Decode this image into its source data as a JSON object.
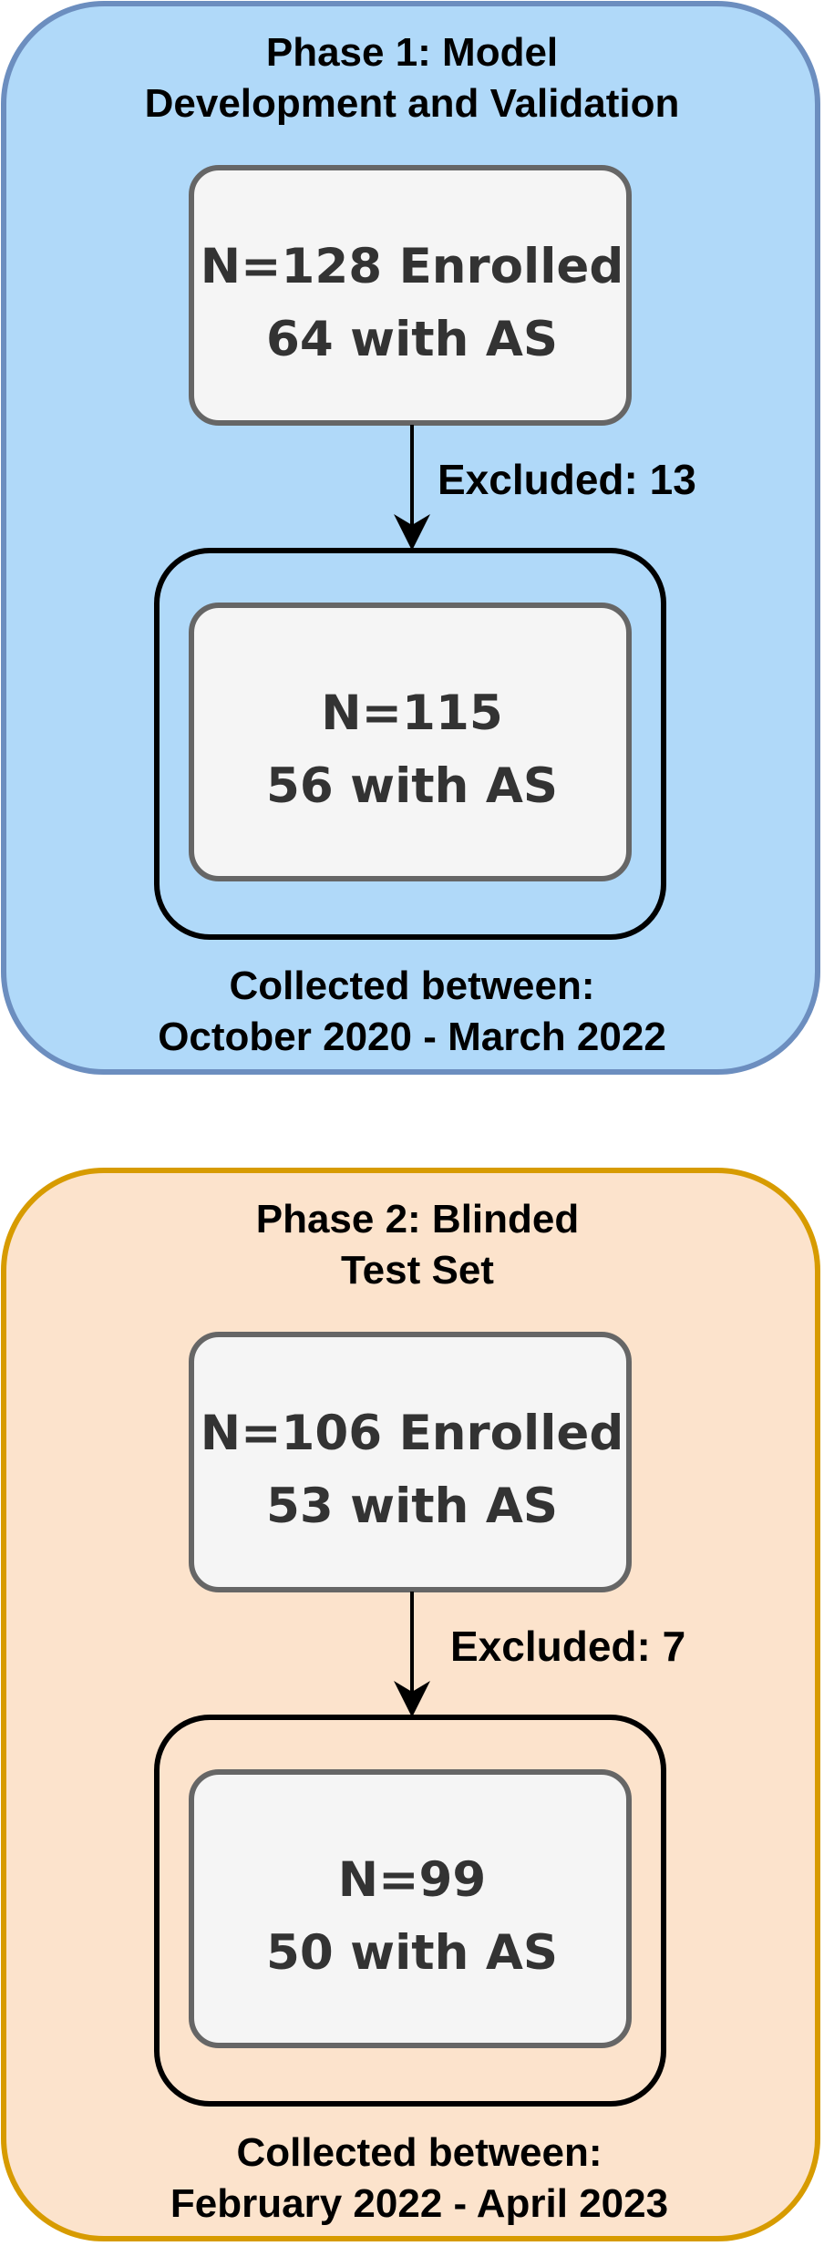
{
  "phase1": {
    "title_line1": "Phase 1: Model",
    "title_line2": "Development and Validation",
    "enrolled_box": {
      "line1": "N=128 Enrolled",
      "line2": "64 with AS"
    },
    "exclusion_label": "Excluded: 13",
    "included_box": {
      "line1": "N=115",
      "line2": "56 with AS"
    },
    "collected_line1": "Collected between:",
    "collected_line2": "October 2020 - March 2022",
    "fill_color": "#B0D9F9",
    "border_color": "#6C8EBF"
  },
  "phase2": {
    "title_line1": "Phase 2: Blinded",
    "title_line2": "Test Set",
    "enrolled_box": {
      "line1": "N=106 Enrolled",
      "line2": "53 with AS"
    },
    "exclusion_label": "Excluded: 7",
    "included_box": {
      "line1": "N=99",
      "line2": "50 with AS"
    },
    "collected_line1": "Collected between:",
    "collected_line2": "February 2022 - April 2023",
    "fill_color": "#FCE3CC",
    "border_color": "#D79B00"
  },
  "inner_box_fill": "#F5F5F5",
  "inner_box_border": "#666666"
}
